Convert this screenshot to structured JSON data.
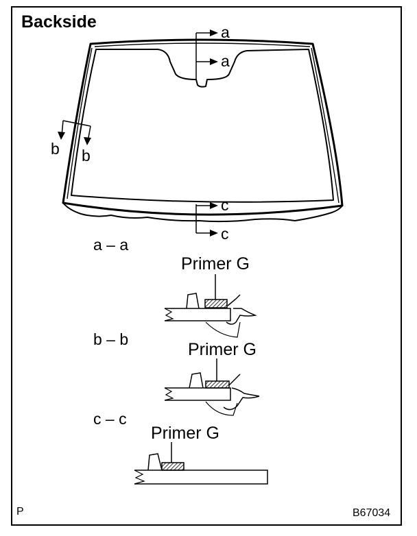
{
  "title": "Backside",
  "section_markers": {
    "a1": "a",
    "a2": "a",
    "b1": "b",
    "b2": "b",
    "c1": "c",
    "c2": "c"
  },
  "sections": {
    "aa": {
      "heading": "a – a",
      "primer_label": "Primer G"
    },
    "bb": {
      "heading": "b – b",
      "primer_label": "Primer G"
    },
    "cc": {
      "heading": "c – c",
      "primer_label": "Primer G"
    }
  },
  "footer": {
    "left": "P",
    "right": "B67034"
  }
}
